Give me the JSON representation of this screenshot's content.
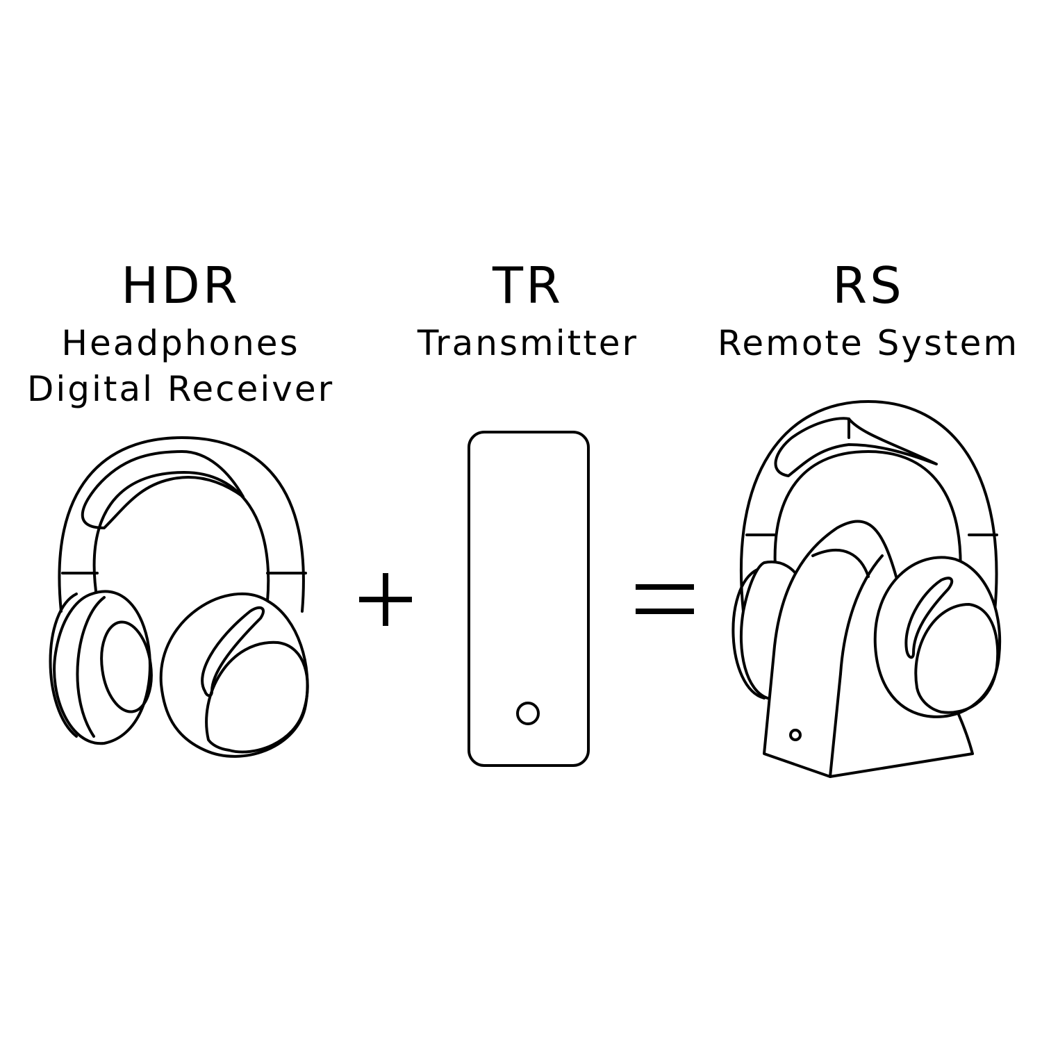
{
  "items": [
    {
      "code": "HDR",
      "lines": [
        "Headphones",
        "Digital Receiver"
      ],
      "icon": "headphones-icon"
    },
    {
      "code": "TR",
      "lines": [
        "Transmitter"
      ],
      "icon": "transmitter-icon"
    },
    {
      "code": "RS",
      "lines": [
        "Remote System"
      ],
      "icon": "headphones-on-stand-icon"
    }
  ],
  "operators": [
    "+",
    "="
  ],
  "colors": {
    "stroke": "#000000",
    "background": "#ffffff"
  }
}
